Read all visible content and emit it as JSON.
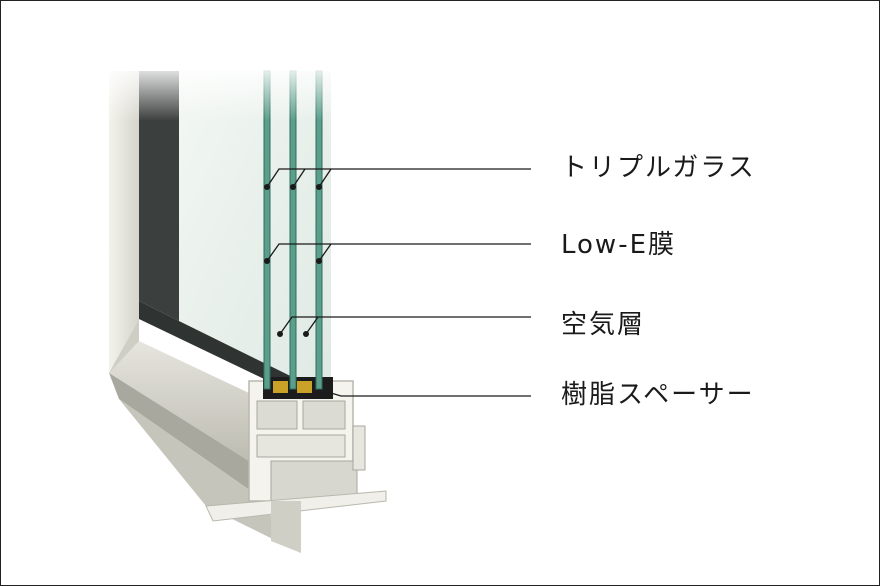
{
  "labels": [
    "トリプルガラス",
    "Low-E膜",
    "空気層",
    "樹脂スペーサー"
  ],
  "colors": {
    "glass_edge": "#3f8a78",
    "frame_light": "#ecebe4",
    "frame_shadow": "#b9b8ae",
    "spacer": "#c9a227",
    "seal": "#1c1c1c",
    "leader_line": "#1a1a1a"
  }
}
